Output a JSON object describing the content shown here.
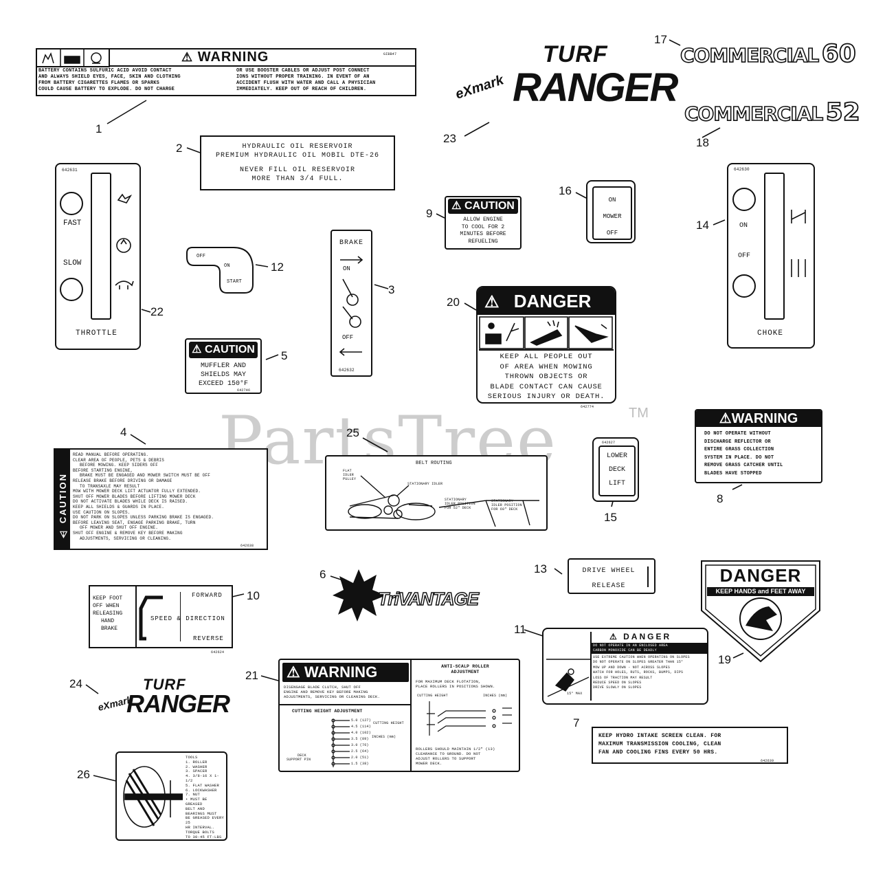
{
  "watermark": {
    "text": "PartsTree",
    "tm": "TM"
  },
  "callouts": [
    "1",
    "2",
    "3",
    "4",
    "5",
    "6",
    "7",
    "8",
    "9",
    "10",
    "11",
    "12",
    "13",
    "14",
    "15",
    "16",
    "17",
    "18",
    "19",
    "20",
    "21",
    "22",
    "23",
    "24",
    "25",
    "26"
  ],
  "d1": {
    "heading": "WARNING",
    "code": "GIBB47",
    "left_lines": [
      "BATTERY CONTAINS SULFURIC ACID AVOID CONTACT",
      "AND ALWAYS SHIELD EYES, FACE, SKIN AND CLOTHING",
      "FROM BATTERY  CIGARETTES FLAMES OR SPARKS",
      "COULD CAUSE BATTERY TO EXPLODE. DO NOT CHARGE"
    ],
    "right_lines": [
      "OR USE BOOSTER CABLES OR ADJUST POST CONNECT",
      "IONS WITHOUT PROPER TRAINING. IN EVENT OF AN",
      "ACCIDENT FLUSH WITH WATER AND CALL A PHYSICIAN",
      "IMMEDIATELY. KEEP OUT OF REACH OF CHILDREN."
    ]
  },
  "d2": {
    "lines": [
      "HYDRAULIC OIL RESERVOIR",
      "PREMIUM HYDRAULIC OIL MOBIL DTE-26",
      "",
      "NEVER FILL OIL RESERVOIR",
      "MORE THAN 3/4 FULL."
    ]
  },
  "d3": {
    "top": "BRAKE",
    "on": "ON",
    "off": "OFF",
    "code": "642632"
  },
  "d4": {
    "side": "CAUTION",
    "lines": [
      "READ MANUAL BEFORE OPERATING.",
      "CLEAR AREA OF PEOPLE, PETS & DEBRIS",
      "BEFORE MOWING. KEEP SIDERS OFF",
      "BEFORE STARTING ENGINE,",
      "BRAKE MUST BE ENGAGED AND MOWER SWITCH MUST BE OFF",
      "RELEASE BRAKE BEFORE DRIVING OR DAMAGE",
      "TO TRANSAXLE MAY RESULT",
      "MOW WITH MOWER DECK LIFT ACTUATOR FULLY EXTENDED.",
      "SHUT OFF MOWER BLADES BEFORE LIFTING MOWER DECK",
      "DO NOT ACTIVATE BLADES WHILE DECK IS RAISED.",
      "KEEP ALL SHIELDS & GUARDS IN PLACE.",
      "USE CAUTION ON SLOPES.",
      "DO NOT PARK ON SLOPES UNLESS PARKING BRAKE IS ENGAGED.",
      "BEFORE LEAVING SEAT, ENGAGE PARKING BRAKE, TURN",
      "OFF MOWER AND SHUT OFF ENGINE.",
      "SHUT OFF ENGINE & REMOVE KEY BEFORE MAKING",
      "ADJUSTMENTS, SERVICING OR CLEANING."
    ],
    "code": "642638"
  },
  "d5": {
    "heading": "CAUTION",
    "lines": [
      "MUFFLER AND",
      "SHIELDS MAY",
      "EXCEED 150°F"
    ],
    "code": "642746"
  },
  "d6": {
    "text": "TriVANTAGE"
  },
  "d7": {
    "lines": [
      "KEEP HYDRO INTAKE SCREEN CLEAN. FOR",
      "MAXIMUM TRANSMISSION COOLING, CLEAN",
      "FAN AND COOLING FINS EVERY 50 HRS."
    ],
    "code": "642639"
  },
  "d8": {
    "heading": "WARNING",
    "lines": [
      "DO NOT OPERATE WITHOUT",
      "DISCHARGE REFLECTOR OR",
      "ENTIRE GRASS COLLECTION",
      "SYSTEM IN PLACE. DO NOT",
      "REMOVE GRASS CATCHER UNTIL",
      "BLADES HAVE STOPPED"
    ]
  },
  "d9": {
    "heading": "CAUTION",
    "lines": [
      "ALLOW ENGINE",
      "TO COOL FOR 2",
      "MINUTES BEFORE",
      "REFUELING"
    ]
  },
  "d10": {
    "left": [
      "KEEP FOOT",
      "OFF WHEN",
      "RELEASING",
      "HAND",
      "BRAKE"
    ],
    "forward": "FORWARD",
    "middle": "SPEED & DIRECTION",
    "reverse": "REVERSE",
    "code": "642624"
  },
  "d11": {
    "heading": "DANGER",
    "lines": [
      "DO NOT OPERATE IN AN ENCLOSED AREA",
      "CARBON MONOXIDE CAN BE DEADLY",
      "USE EXTREME CAUTION WHEN OPERATING ON SLOPES",
      "DO NOT OPERATE ON SLOPES GREATER THAN 15°",
      "MOW UP AND DOWN - NOT ACROSS SLOPES",
      "WATCH FOR HOLES, RUTS, ROCKS, BUMPS, DIPS",
      "LOSS OF TRACTION MAY RESULT",
      "REDUCE SPEED ON SLOPES",
      "DRIVE SLOWLY ON SLOPES"
    ],
    "mark": "15° MAX"
  },
  "d12": {
    "off": "OFF",
    "on": "ON",
    "start": "START"
  },
  "d13": {
    "lines": [
      "DRIVE WHEEL",
      "RELEASE"
    ]
  },
  "d14": {
    "on": "ON",
    "off": "OFF",
    "bottom": "CHOKE",
    "code": "642630"
  },
  "d15": {
    "code": "642627",
    "lines": [
      "LOWER",
      "DECK",
      "LIFT"
    ]
  },
  "d16": {
    "lines": [
      "ON",
      "MOWER",
      "OFF"
    ]
  },
  "d17": {
    "word": "COMMERCIAL",
    "number": "60"
  },
  "d18": {
    "word": "COMMERCIAL",
    "number": "52"
  },
  "d19": {
    "heading": "DANGER",
    "sub": "KEEP HANDS and FEET AWAY"
  },
  "d20": {
    "heading": "DANGER",
    "lines": [
      "KEEP ALL PEOPLE OUT",
      "OF AREA WHEN MOWING",
      "THROWN OBJECTS OR",
      "BLADE CONTACT CAN CAUSE",
      "SERIOUS INJURY OR DEATH."
    ],
    "code": "642774"
  },
  "d21": {
    "heading": "WARNING",
    "warn_lines": [
      "DISENGAGE BLADE CLUTCH, SHUT OFF",
      "ENGINE AND REMOVE KEY BEFORE MAKING",
      "ADJUSTMENTS, SERVICING OR CLEANING DECK."
    ],
    "cut_title": "CUTTING HEIGHT ADJUSTMENT",
    "cut_label": "CUTTING HEIGHT",
    "inches": "INCHES (mm)",
    "deck_label": [
      "DECK",
      "SUPPORT PIN"
    ],
    "heights": [
      "5.0 (127)",
      "4.5 (114)",
      "4.0 (102)",
      "3.5 (89)",
      "3.0 (76)",
      "2.5 (64)",
      "2.0 (51)",
      "1.5 (38)"
    ],
    "roller_title": [
      "ANTI-SCALP ROLLER",
      "ADJUSTMENT"
    ],
    "roller_lines": [
      "FOR MAXIMUM DECK FLOTATION,",
      "PLACE ROLLERS IN POSITIONS SHOWN."
    ],
    "roller_cols": [
      "CUTTING HEIGHT",
      "INCHES (mm)"
    ],
    "roller_foot": [
      "ROLLERS SHOULD MAINTAIN 1/2\" (13)",
      "CLEARANCE TO GROUND. DO NOT",
      "ADJUST ROLLERS TO SUPPORT",
      "MOWER DECK."
    ]
  },
  "d22": {
    "fast": "FAST",
    "slow": "SLOW",
    "bottom": "THROTTLE",
    "code": "642631"
  },
  "d23": {
    "brand": "eXmark",
    "line1": "TURF",
    "line2": "RANGER"
  },
  "d24": {
    "brand": "eXmark",
    "line1": "TURF",
    "line2": "RANGER"
  },
  "d25": {
    "title": "BELT ROUTING",
    "labels": [
      "FLAT IDLER PULLEY",
      "STATIONARY IDLER",
      "STATIONARY IDLER POSITION FOR 52\" DECK",
      "STATIONARY IDLER POSITION FOR 60\" DECK"
    ]
  },
  "d26": {
    "lines": [
      "TOOLS",
      "1. ROLLER",
      "2. WASHER",
      "3. SPACER",
      "4. 3/8-16 X 1-1/2",
      "5. FLAT WASHER",
      "6. LOCKWASHER",
      "7. NUT",
      "",
      "• MUST BE GREASED",
      "BELT AND BEARINGS MUST",
      "BE GREASED EVERY 25",
      "HR INTERVAL. TORQUE BOLTS",
      "TO 30-45 FT-LBS"
    ]
  }
}
